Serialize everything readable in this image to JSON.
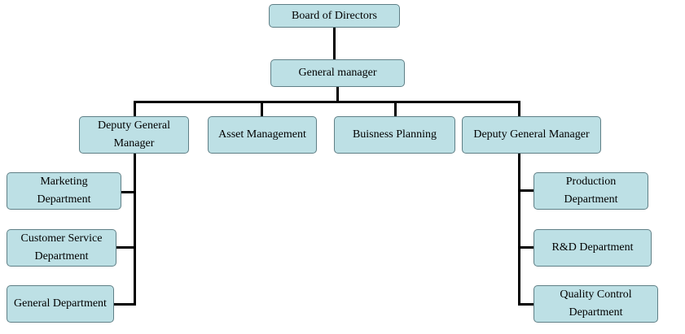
{
  "chart": {
    "root": "Board of Directors",
    "general_manager": "General manager",
    "deputy_left": "Deputy General Manager",
    "asset_management": "Asset Management",
    "business_planning": "Buisness Planning",
    "deputy_right": "Deputy General Manager",
    "left_departments": [
      "Marketing Department",
      "Customer Service Department",
      "General Department"
    ],
    "right_departments": [
      "Production Department",
      "R&D Department",
      "Quality Control Department"
    ]
  },
  "colors": {
    "box_fill": "#bde0e5",
    "box_border": "#5f7f86",
    "connector": "#000000"
  }
}
